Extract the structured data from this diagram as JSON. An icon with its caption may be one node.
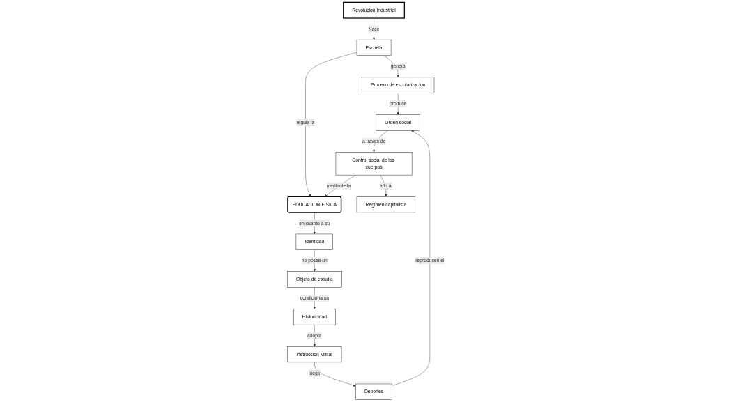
{
  "diagram": {
    "nodes": [
      {
        "text": [
          "Revolucion Industrial"
        ]
      },
      {
        "text": [
          "Escuela"
        ]
      },
      {
        "text": [
          "Proceso de escolarizacion"
        ]
      },
      {
        "text": [
          "Orden social"
        ]
      },
      {
        "text": [
          "EDUCACION FISICA"
        ]
      },
      {
        "text": [
          "Identidad"
        ]
      },
      {
        "text": [
          "Control social de los cuerpos"
        ]
      },
      {
        "text": [
          "Regimen capitalista"
        ]
      },
      {
        "text": [
          "Objeto de estudio"
        ]
      },
      {
        "text": [
          "Historicidad"
        ]
      },
      {
        "text": [
          "Instruccion Militar"
        ]
      },
      {
        "text": [
          "Deportes"
        ]
      }
    ],
    "edges": [
      {
        "from": 0,
        "to": 1,
        "arrow": "to",
        "label": "Nace"
      },
      {
        "from": 1,
        "to": 2,
        "arrow": "to",
        "label": "genera"
      },
      {
        "from": 2,
        "to": 3,
        "arrow": "to",
        "label": "produce"
      },
      {
        "from": 1,
        "to": 4,
        "arrow": "to",
        "label": "regula la"
      },
      {
        "from": 3,
        "to": 6,
        "arrow": "to",
        "label": "a traves de"
      },
      {
        "from": 6,
        "to": 4,
        "arrow": "to",
        "label": "mediante la"
      },
      {
        "from": 4,
        "to": 5,
        "arrow": "to",
        "label": "en cuanto a su"
      },
      {
        "from": 6,
        "to": 7,
        "arrow": "to",
        "label": "afin al"
      },
      {
        "from": 5,
        "to": 8,
        "arrow": "to",
        "label": "no posee un"
      },
      {
        "from": 8,
        "to": 9,
        "arrow": "to",
        "label": "condiciona su"
      },
      {
        "from": 9,
        "to": 10,
        "arrow": "to",
        "label": "adopta"
      },
      {
        "from": 10,
        "to": 11,
        "arrow": "to",
        "label": "luego"
      },
      {
        "from": 11,
        "to": 3,
        "arrow": "to",
        "label": "reproducen el"
      }
    ]
  }
}
